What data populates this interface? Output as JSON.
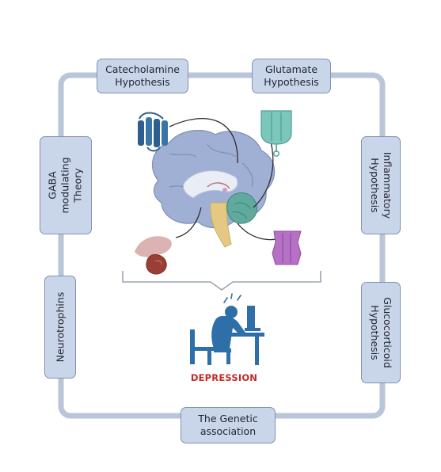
{
  "diagram": {
    "center_label": "DEPRESSION",
    "nodes": {
      "catecholamine": "Catecholamine\nHypothesis",
      "glutamate": "Glutamate\nHypothesis",
      "gaba": "GABA\nmodulating\nTheory",
      "inflammatory": "Inflammatory\nHypothesis",
      "neurotrophins": "Neurotrophins",
      "glucocorticoid": "Glucocorticoid\nHypothesis",
      "genetic": "The Genetic\nassociation"
    },
    "colors": {
      "frame": "#b9c5d8",
      "box_fill": "#c9d6ea",
      "box_border": "#7f92b6",
      "label_red": "#c22a2a",
      "figure_blue": "#2f6fa8"
    },
    "icons": [
      "brain-icon",
      "gpcr-receptor-icon",
      "ion-channel-receptor-icon",
      "membrane-channel-icon",
      "adrenal-gland-icon",
      "stressed-person-at-desk-icon"
    ]
  }
}
